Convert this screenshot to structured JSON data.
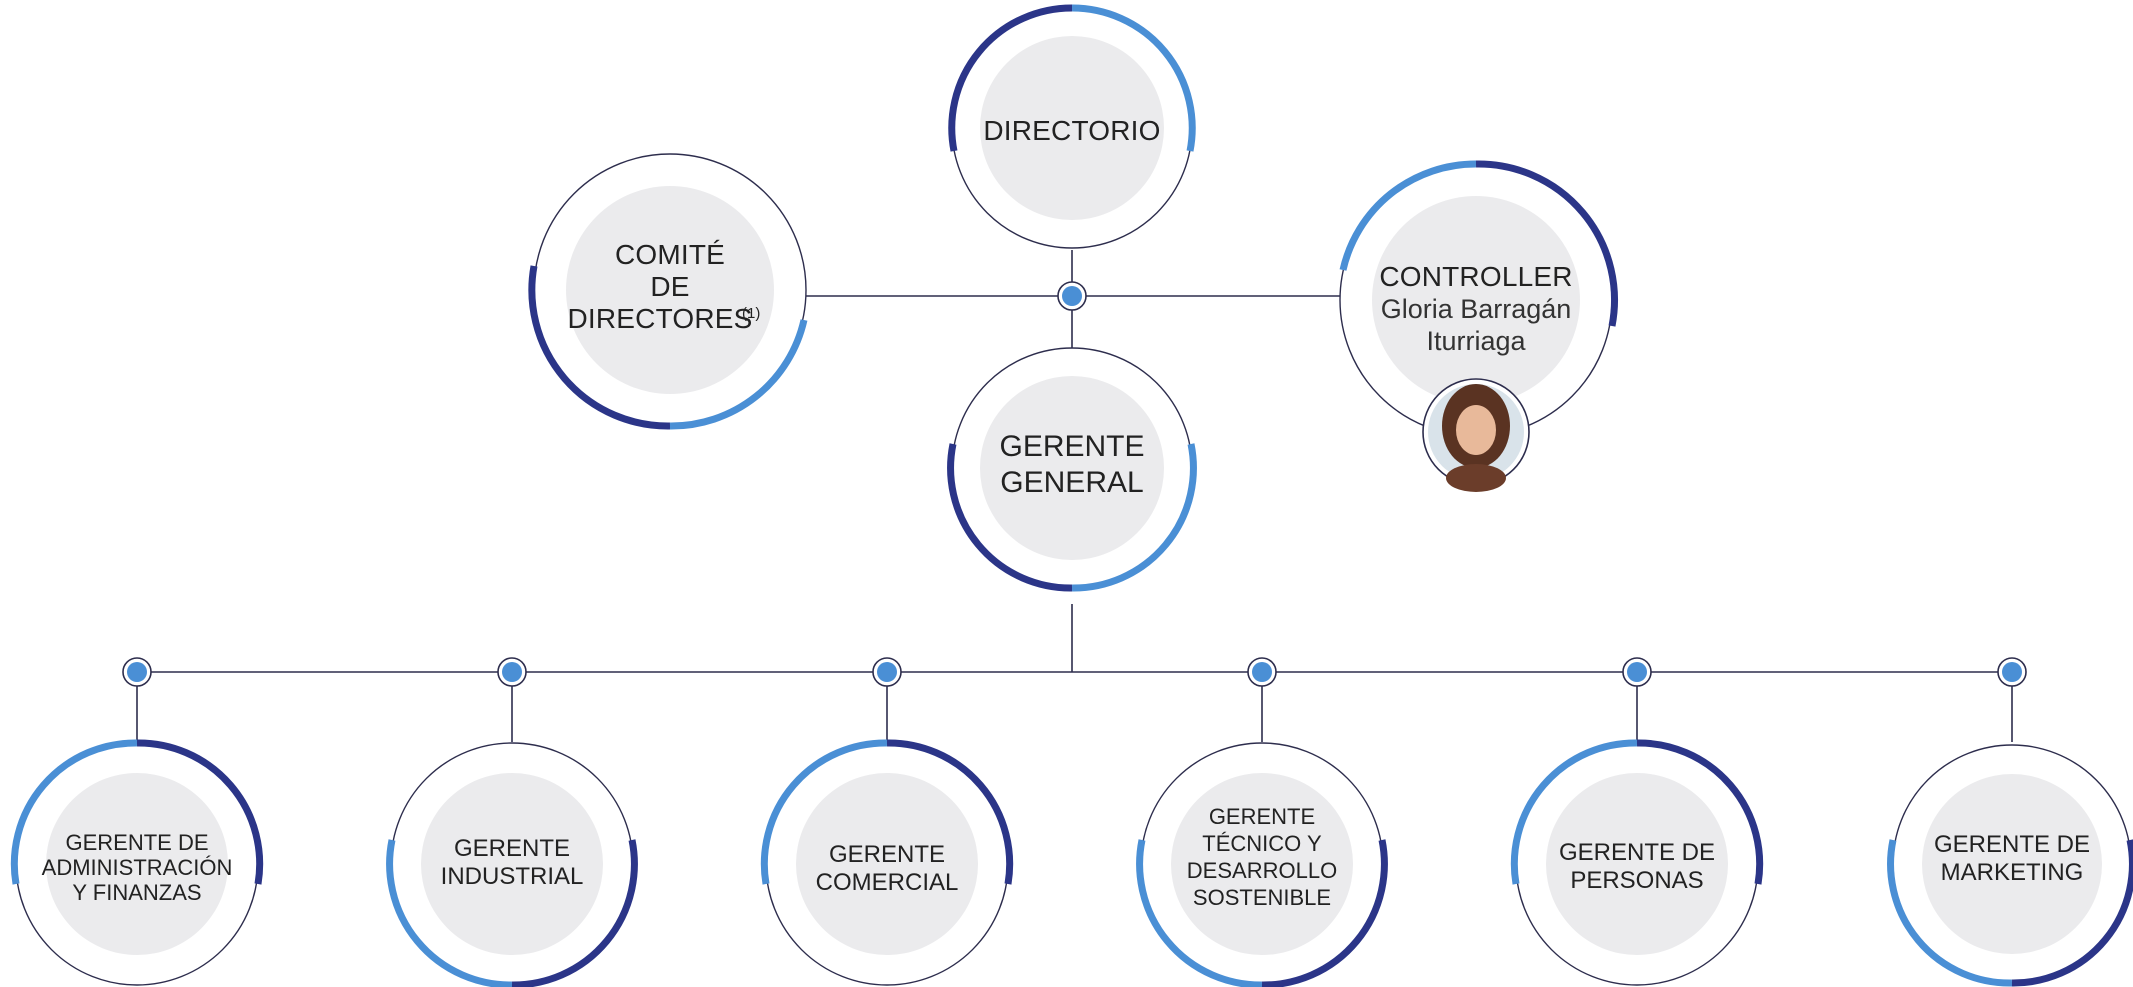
{
  "colors": {
    "dark": "#2b3588",
    "light": "#4a8fd5",
    "inner": "#ebebed",
    "line": "#2d2d4d"
  },
  "nodes": {
    "directorio": {
      "label": "DIRECTORIO"
    },
    "comite": {
      "line1": "COMITÉ",
      "line2": "DE",
      "line3": "DIRECTORES",
      "sup": "(1)"
    },
    "controller": {
      "title": "CONTROLLER",
      "name1": "Gloria Barragán",
      "name2": "Iturriaga",
      "photo": "person-photo"
    },
    "gerente_general": {
      "line1": "GERENTE",
      "line2": "GENERAL"
    },
    "adm": {
      "line1": "GERENTE DE",
      "line2": "ADMINISTRACIÓN",
      "line3": "Y FINANZAS"
    },
    "industrial": {
      "line1": "GERENTE",
      "line2": "INDUSTRIAL"
    },
    "comercial": {
      "line1": "GERENTE",
      "line2": "COMERCIAL"
    },
    "tecnico": {
      "line1": "GERENTE",
      "line2": "TÉCNICO Y",
      "line3": "DESARROLLO",
      "line4": "SOSTENIBLE"
    },
    "personas": {
      "line1": "GERENTE DE",
      "line2": "PERSONAS"
    },
    "marketing": {
      "line1": "GERENTE DE",
      "line2": "MARKETING"
    }
  }
}
